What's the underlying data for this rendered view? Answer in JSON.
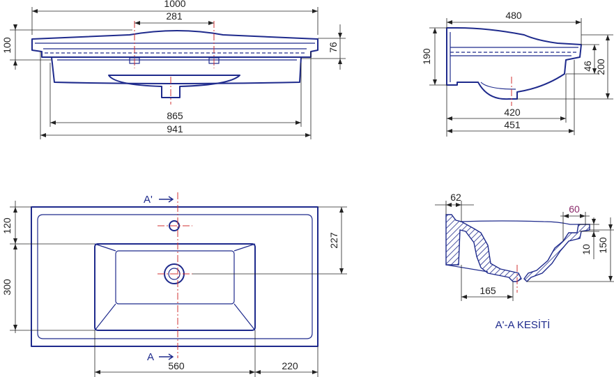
{
  "front_view": {
    "width_total": "1000",
    "tap_spacing": "281",
    "height_total": "100",
    "rim_height": "76",
    "bowl_width": "865",
    "base_width": "941"
  },
  "side_view": {
    "depth_total": "480",
    "height": "190",
    "rim_height": "46",
    "total_height": "200",
    "bowl_depth": "420",
    "base_depth": "451"
  },
  "top_view": {
    "front_margin": "120",
    "bowl_length": "300",
    "hole_offset": "227",
    "bowl_width": "560",
    "side_margin": "220",
    "section_mark_top": "A'",
    "section_mark_bottom": "A"
  },
  "section_view": {
    "wall_thickness": "62",
    "ledge_width": "60",
    "ledge_height": "10",
    "section_height": "150",
    "drain_offset": "165",
    "title": "A'-A KESİTİ"
  }
}
